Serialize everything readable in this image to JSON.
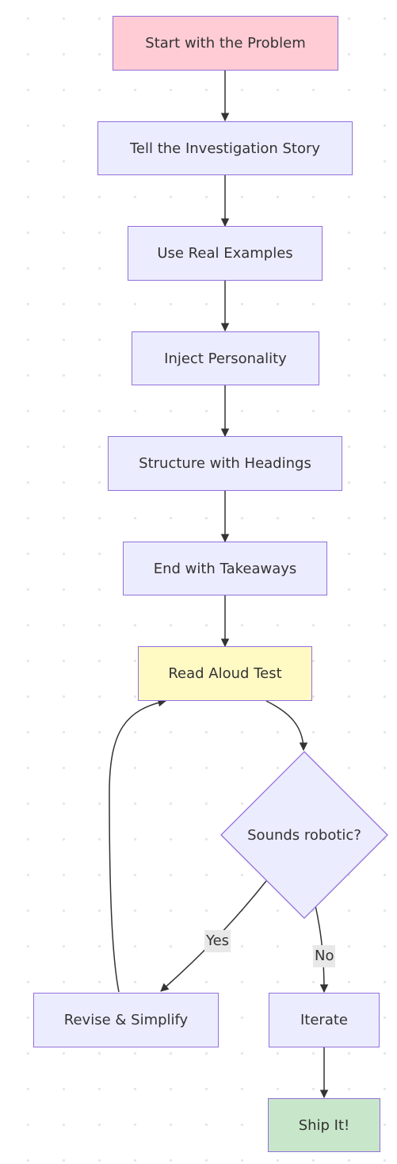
{
  "diagram": {
    "colors": {
      "default_fill": "#ECECFF",
      "border": "#9370DB",
      "start_fill": "#FFCCD5",
      "test_fill": "#FFF9C4",
      "ship_fill": "#C8E6C9",
      "edge": "#333333",
      "label_bg": "#E8E8E8"
    },
    "nodes": {
      "start": "Start with the Problem",
      "story": "Tell the Investigation Story",
      "examples": "Use Real Examples",
      "personality": "Inject Personality",
      "headings": "Structure with Headings",
      "takeaways": "End with Takeaways",
      "read_aloud": "Read Aloud Test",
      "decision": "Sounds robotic?",
      "revise": "Revise & Simplify",
      "iterate": "Iterate",
      "ship": "Ship It!"
    },
    "edge_labels": {
      "yes": "Yes",
      "no": "No"
    },
    "edges": [
      {
        "from": "start",
        "to": "story"
      },
      {
        "from": "story",
        "to": "examples"
      },
      {
        "from": "examples",
        "to": "personality"
      },
      {
        "from": "personality",
        "to": "headings"
      },
      {
        "from": "headings",
        "to": "takeaways"
      },
      {
        "from": "takeaways",
        "to": "read_aloud"
      },
      {
        "from": "read_aloud",
        "to": "decision"
      },
      {
        "from": "decision",
        "to": "revise",
        "label": "yes"
      },
      {
        "from": "decision",
        "to": "iterate",
        "label": "no"
      },
      {
        "from": "revise",
        "to": "read_aloud"
      },
      {
        "from": "iterate",
        "to": "ship"
      }
    ]
  }
}
